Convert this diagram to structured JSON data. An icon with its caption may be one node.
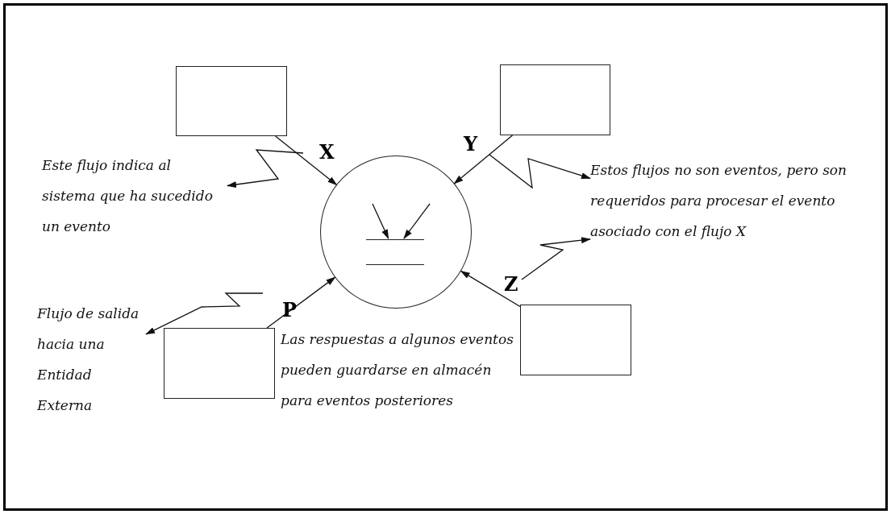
{
  "diagram": {
    "nodes": [
      {
        "text": [],
        "shape": "box"
      },
      {
        "text": [],
        "shape": "box"
      },
      {
        "text": [],
        "shape": "circle"
      },
      {
        "text": [],
        "shape": "box",
        "in": 2
      },
      {
        "text": [
          "Este flujo indica al sistema que ha sucedido un evento"
        ]
      },
      {
        "text": [
          "Estos flujos no son eventos, pero son requeridos para procesar el evento asociado con el flujo X"
        ]
      },
      {
        "text": [],
        "shape": "box"
      },
      {
        "text": [],
        "shape": "box"
      },
      {
        "text": [
          "Flujo de salida hacia una Entidad Externa"
        ]
      }
    ],
    "edges": [
      {
        "from": 0,
        "to": 2,
        "arrow": "to",
        "label": "X"
      },
      {
        "from": 1,
        "to": 2,
        "arrow": "to",
        "label": "Y"
      },
      {
        "from": 6,
        "to": 2,
        "arrow": "to",
        "label": "P"
      },
      {
        "from": 7,
        "to": 2,
        "arrow": "to",
        "label": "Z"
      },
      {
        "from": null,
        "to": 3,
        "arrow": "to"
      },
      {
        "from": null,
        "to": 3,
        "arrow": "to"
      },
      {
        "from": null,
        "to": 4,
        "arrow": "to"
      },
      {
        "from": null,
        "to": 5,
        "arrow": "to"
      },
      {
        "from": null,
        "to": 5,
        "arrow": "to"
      },
      {
        "from": null,
        "to": 8,
        "arrow": "to"
      }
    ],
    "labels": [
      "Las respuestas a algunos eventos pueden guardarse en almacén para eventos posteriores"
    ]
  }
}
